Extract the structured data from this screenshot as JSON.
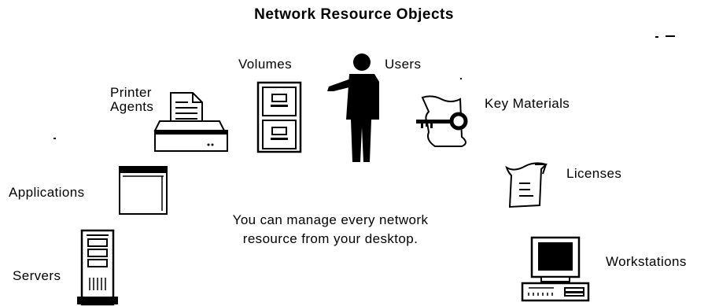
{
  "diagram": {
    "title": "Network Resource Objects",
    "message_line1": "You can manage every network",
    "message_line2": "resource from your desktop."
  },
  "objects": {
    "printer_agents": {
      "label_line1": "Printer",
      "label_line2": "Agents",
      "icon": "printer-icon"
    },
    "volumes": {
      "label": "Volumes",
      "icon": "file-cabinet-icon"
    },
    "users": {
      "label": "Users",
      "icon": "user-figure-icon"
    },
    "key_materials": {
      "label": "Key Materials",
      "icon": "key-icon"
    },
    "licenses": {
      "label": "Licenses",
      "icon": "license-document-icon"
    },
    "applications": {
      "label": "Applications",
      "icon": "application-window-icon"
    },
    "servers": {
      "label": "Servers",
      "icon": "server-tower-icon"
    },
    "workstations": {
      "label": "Workstations",
      "icon": "workstation-computer-icon"
    }
  }
}
